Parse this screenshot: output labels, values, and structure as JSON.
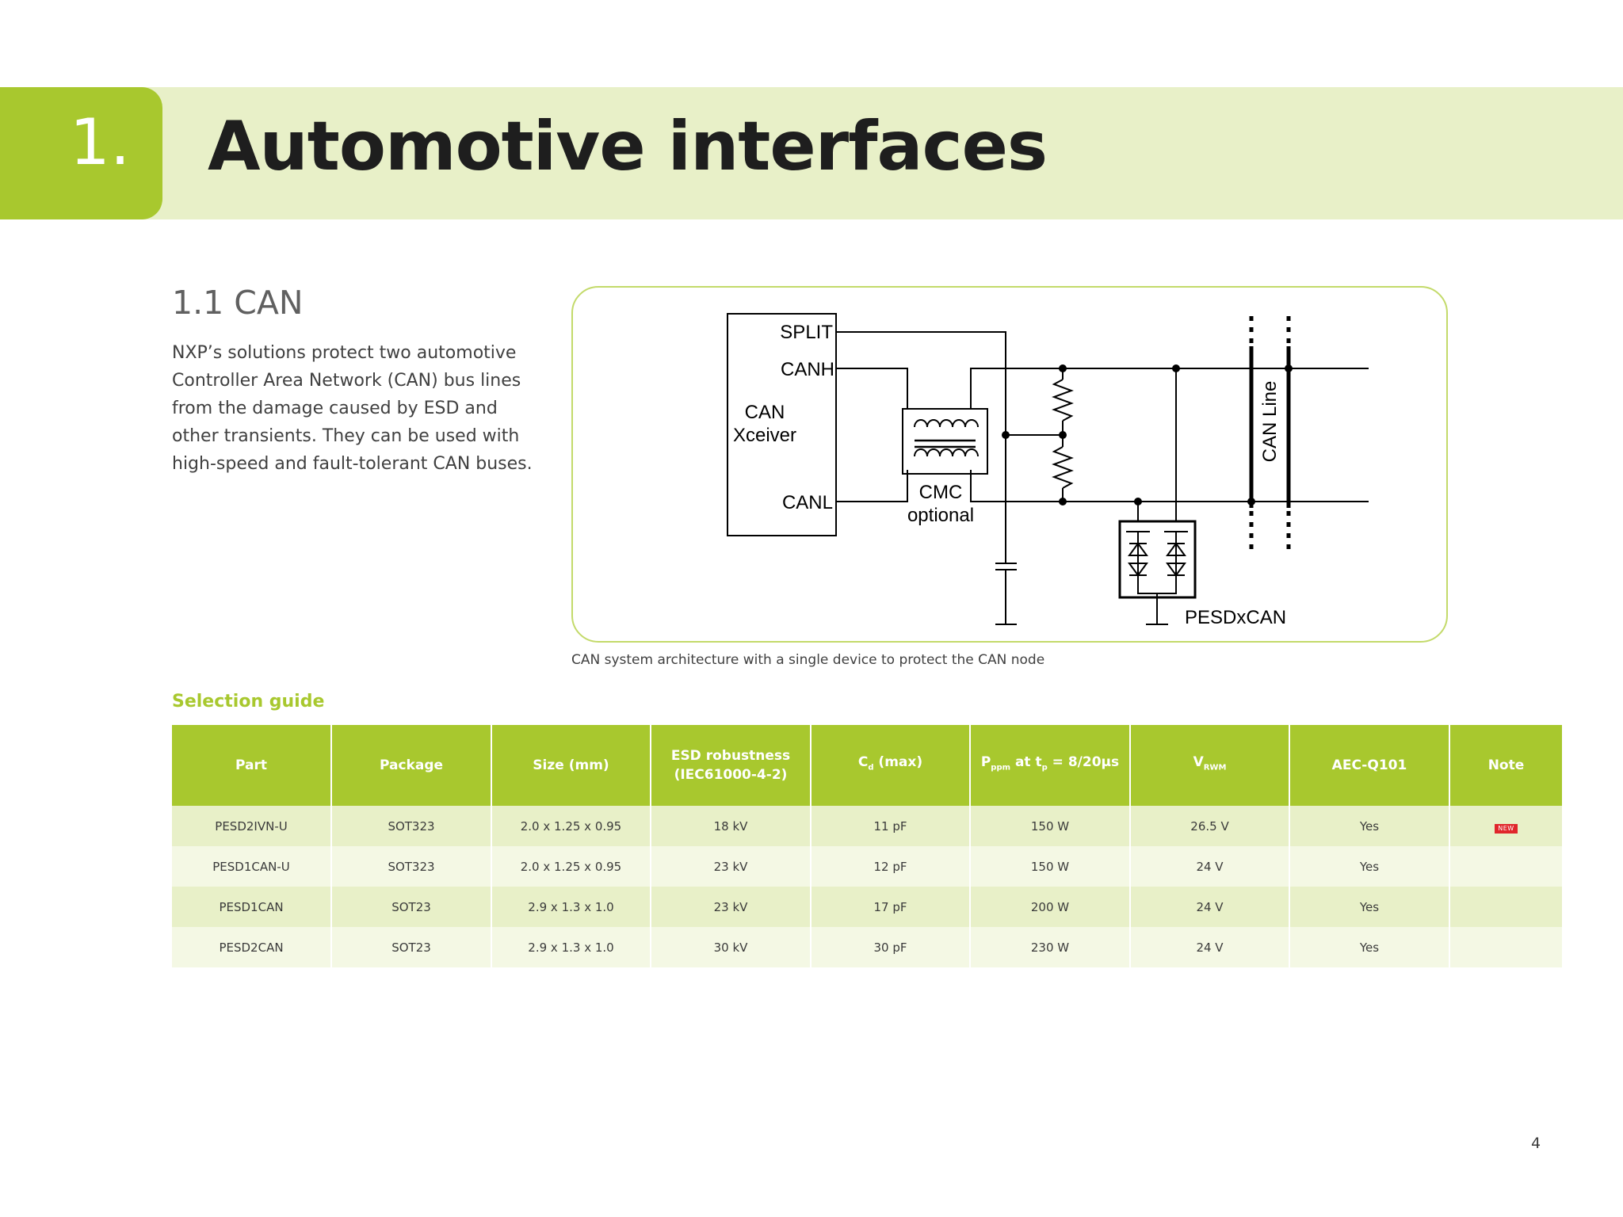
{
  "header": {
    "chapter_number": "1.",
    "chapter_title": "Automotive interfaces"
  },
  "section": {
    "heading": "1.1 CAN",
    "paragraph": "NXP’s solutions protect two automotive Controller Area Network (CAN) bus lines from the damage caused by ESD and other transients. They can be used with high-speed and fault-tolerant CAN buses."
  },
  "diagram": {
    "labels": {
      "split": "SPLIT",
      "canh": "CANH",
      "can": "CAN",
      "xceiver": "Xceiver",
      "canl": "CANL",
      "cmc": "CMC",
      "optional": "optional",
      "can_line": "CAN Line",
      "pesdxcan": "PESDxCAN"
    },
    "caption": "CAN system architecture with a single device to protect the CAN node"
  },
  "selection_guide": {
    "heading": "Selection guide",
    "columns": {
      "part": "Part",
      "package": "Package",
      "size": "Size (mm)",
      "esd_line1": "ESD robustness",
      "esd_line2": "(IEC61000-4-2)",
      "cd_main": "C",
      "cd_sub": "d",
      "cd_suffix": " (max)",
      "ppm_p": "P",
      "ppm_sub": "ppm",
      "ppm_mid": " at t",
      "ppm_tsub": "p",
      "ppm_suffix": " = 8/20µs",
      "vrwm_main": "V",
      "vrwm_sub": "RWM",
      "aec": "AEC-Q101",
      "note": "Note"
    },
    "rows": [
      {
        "part": "PESD2IVN-U",
        "package": "SOT323",
        "size": "2.0 x 1.25 x 0.95",
        "esd": "18 kV",
        "cd": "11 pF",
        "ppm": "150 W",
        "vrwm": "26.5 V",
        "aec": "Yes",
        "note": "NEW"
      },
      {
        "part": "PESD1CAN-U",
        "package": "SOT323",
        "size": "2.0 x 1.25 x 0.95",
        "esd": "23 kV",
        "cd": "12 pF",
        "ppm": "150 W",
        "vrwm": "24 V",
        "aec": "Yes",
        "note": ""
      },
      {
        "part": "PESD1CAN",
        "package": "SOT23",
        "size": "2.9 x 1.3 x 1.0",
        "esd": "23 kV",
        "cd": "17 pF",
        "ppm": "200 W",
        "vrwm": "24 V",
        "aec": "Yes",
        "note": ""
      },
      {
        "part": "PESD2CAN",
        "package": "SOT23",
        "size": "2.9 x 1.3 x 1.0",
        "esd": "30 kV",
        "cd": "30 pF",
        "ppm": "230 W",
        "vrwm": "24 V",
        "aec": "Yes",
        "note": ""
      }
    ]
  },
  "page_number": "4",
  "colors": {
    "accent": "#a8c82e",
    "band": "#e8f0c8",
    "row_alt": "#f4f8e4",
    "badge": "#e0262b"
  }
}
